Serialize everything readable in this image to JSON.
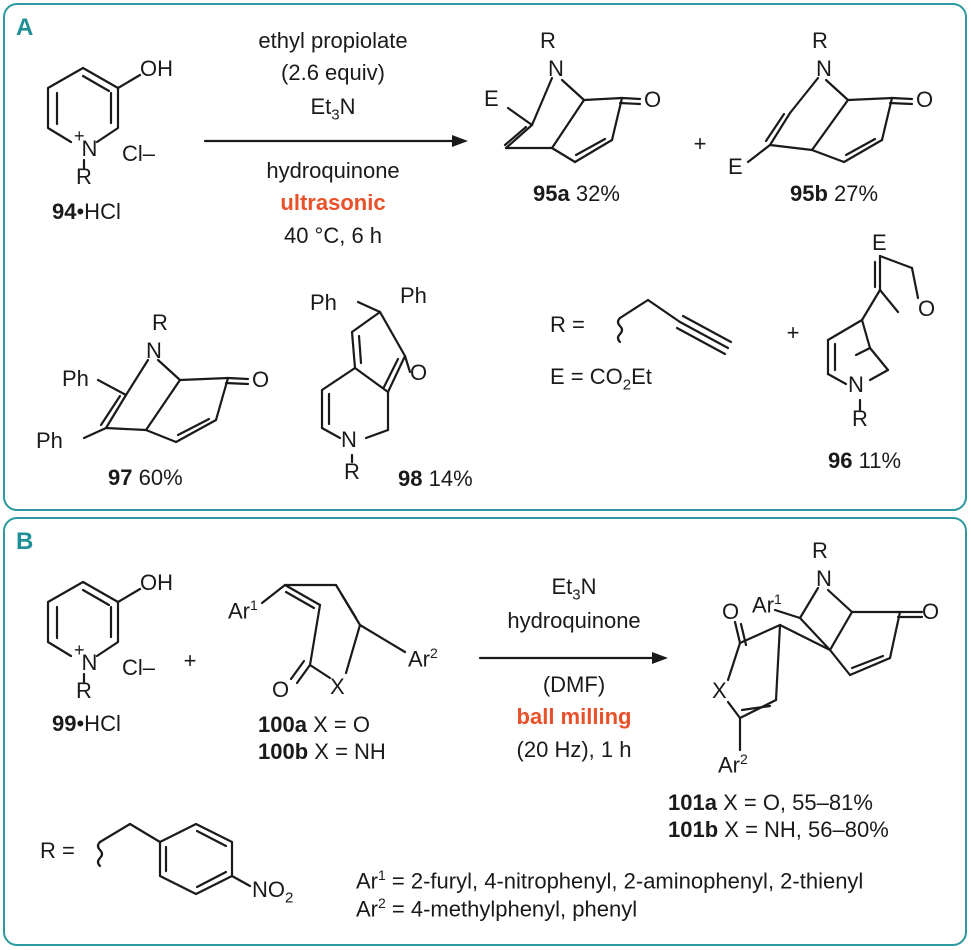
{
  "panelA": {
    "label": "A",
    "reagents_above": [
      "ethyl propiolate",
      "(2.6 equiv)",
      "Et3N"
    ],
    "reagents_below": [
      "hydroquinone",
      "ultrasonic",
      "40 °C, 6 h"
    ],
    "sm": {
      "compound": "94",
      "suffix": "•HCl",
      "counterion": "Cl–"
    },
    "p95a": {
      "compound": "95a",
      "yield": "32%"
    },
    "plus1": "+",
    "p95b": {
      "compound": "95b",
      "yield": "27%"
    },
    "p97": {
      "compound": "97",
      "yield": "60%"
    },
    "p98": {
      "compound": "98",
      "yield": "14%"
    },
    "rdef": "R =",
    "edef": "E = CO2Et",
    "plus2": "+",
    "p96": {
      "compound": "96",
      "yield": "11%"
    }
  },
  "panelB": {
    "label": "B",
    "sm": {
      "compound": "99",
      "suffix": "•HCl",
      "counterion": "Cl–"
    },
    "plus": "+",
    "c100a": {
      "compound": "100a",
      "text": "X = O"
    },
    "c100b": {
      "compound": "100b",
      "text": "X = NH"
    },
    "reagents_above": [
      "Et3N",
      "hydroquinone"
    ],
    "reagents_below": [
      "(DMF)",
      "ball milling",
      "(20 Hz), 1 h"
    ],
    "p101a": {
      "compound": "101a",
      "text": "X = O, 55–81%"
    },
    "p101b": {
      "compound": "101b",
      "text": "X = NH, 56–80%"
    },
    "rdef": "R =",
    "ar1": "Ar1 = 2-furyl, 4-nitrophenyl, 2-aminophenyl, 2-thienyl",
    "ar2": "Ar2 = 4-methylphenyl, phenyl"
  },
  "colors": {
    "frame": "#2a9aa0",
    "label": "#1f8f96",
    "highlight": "#e8512a"
  }
}
